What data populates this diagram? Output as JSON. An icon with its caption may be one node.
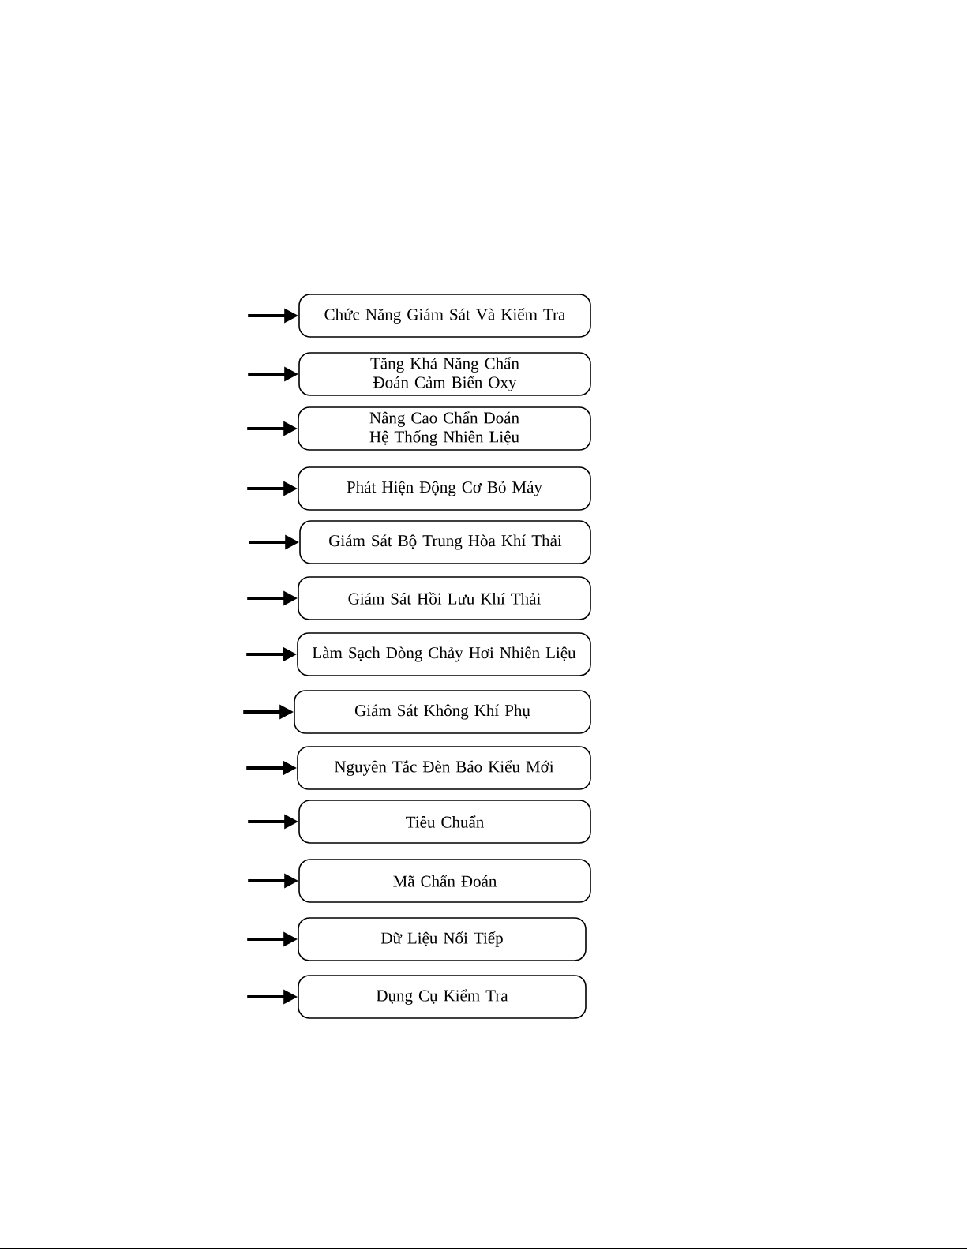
{
  "diagram": {
    "nodes": [
      {
        "text": [
          "Chức Năng Giám Sát Và Kiểm Tra"
        ]
      },
      {
        "text": [
          "Tăng Khả Năng Chẩn Đoán Cảm Biến Oxy"
        ]
      },
      {
        "text": [
          "Nâng Cao Chẩn Đoán Hệ Thống Nhiên Liệu"
        ]
      },
      {
        "text": [
          "Phát Hiện Động Cơ Bỏ Máy"
        ]
      },
      {
        "text": [
          "Giám Sát Bộ Trung Hòa Khí Thải"
        ]
      },
      {
        "text": [
          "Giám Sát Hồi Lưu Khí Thải"
        ]
      },
      {
        "text": [
          "Làm Sạch Dòng Chảy Hơi Nhiên Liệu"
        ]
      },
      {
        "text": [
          "Giám Sát Không Khí Phụ"
        ]
      },
      {
        "text": [
          "Nguyên Tắc Đèn Báo Kiểu Mới"
        ]
      },
      {
        "text": [
          "Tiêu Chuẩn"
        ]
      },
      {
        "text": [
          "Mã Chẩn Đoán"
        ]
      },
      {
        "text": [
          "Dữ Liệu Nối Tiếp"
        ]
      },
      {
        "text": [
          "Dụng Cụ Kiểm Tra"
        ]
      }
    ],
    "edges": [
      {
        "from": null,
        "to": 0,
        "arrow": "to"
      },
      {
        "from": null,
        "to": 1,
        "arrow": "to"
      },
      {
        "from": null,
        "to": 2,
        "arrow": "to"
      },
      {
        "from": null,
        "to": 3,
        "arrow": "to"
      },
      {
        "from": null,
        "to": 4,
        "arrow": "to"
      },
      {
        "from": null,
        "to": 5,
        "arrow": "to"
      },
      {
        "from": null,
        "to": 6,
        "arrow": "to"
      },
      {
        "from": null,
        "to": 7,
        "arrow": "to"
      },
      {
        "from": null,
        "to": 8,
        "arrow": "to"
      },
      {
        "from": null,
        "to": 9,
        "arrow": "to"
      },
      {
        "from": null,
        "to": 10,
        "arrow": "to"
      },
      {
        "from": null,
        "to": 11,
        "arrow": "to"
      },
      {
        "from": null,
        "to": 12,
        "arrow": "to"
      }
    ]
  }
}
